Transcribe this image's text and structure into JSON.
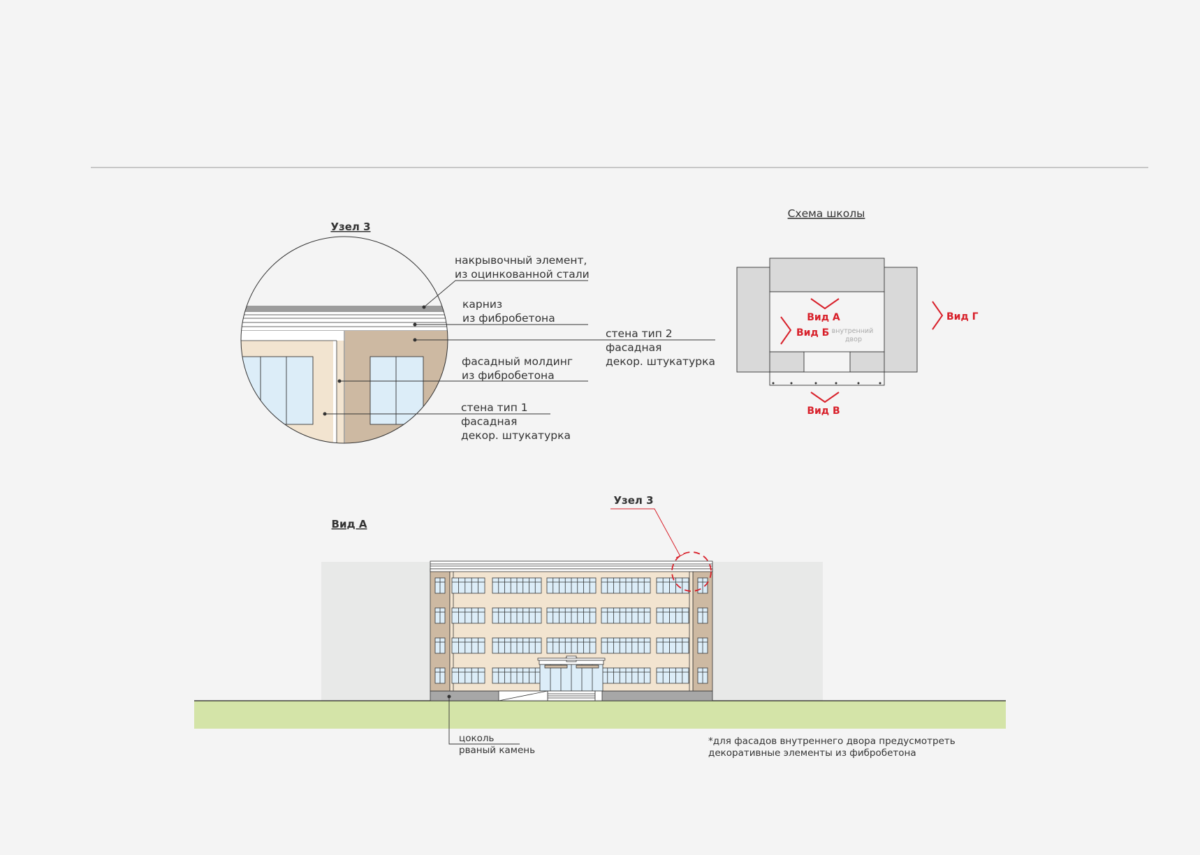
{
  "detail": {
    "title": "Узел 3",
    "callouts": [
      {
        "lines": [
          "накрывочный элемент,",
          "из оцинкованной стали"
        ]
      },
      {
        "lines": [
          "карниз",
          "из фибробетона"
        ]
      },
      {
        "lines": [
          "стена тип 2",
          "фасадная",
          "декор. штукатурка"
        ]
      },
      {
        "lines": [
          "фасадный молдинг",
          "из фибробетона"
        ]
      },
      {
        "lines": [
          "стена тип 1",
          "фасадная",
          "декор. штукатурка"
        ]
      }
    ]
  },
  "scheme": {
    "title": "Схема школы",
    "views": [
      "Вид А",
      "Вид Б",
      "Вид В",
      "Вид Г"
    ],
    "courtyard": [
      "внутренний",
      "двор"
    ]
  },
  "facade": {
    "title": "Вид А",
    "node_label": "Узел 3",
    "plinth": [
      "цоколь",
      "рваный камень"
    ],
    "footnote": [
      "*для фасадов внутреннего двора предусмотреть",
      "декоративные элементы из фибробетона"
    ]
  },
  "colors": {
    "background": "#f4f4f4",
    "wall_type1": "#f2e4d0",
    "wall_type2": "#cdb9a2",
    "glass": "#dcedf8",
    "ground": "#d4e4a8",
    "accent_red": "#d8202a",
    "block_grey": "#d9d9d9"
  }
}
